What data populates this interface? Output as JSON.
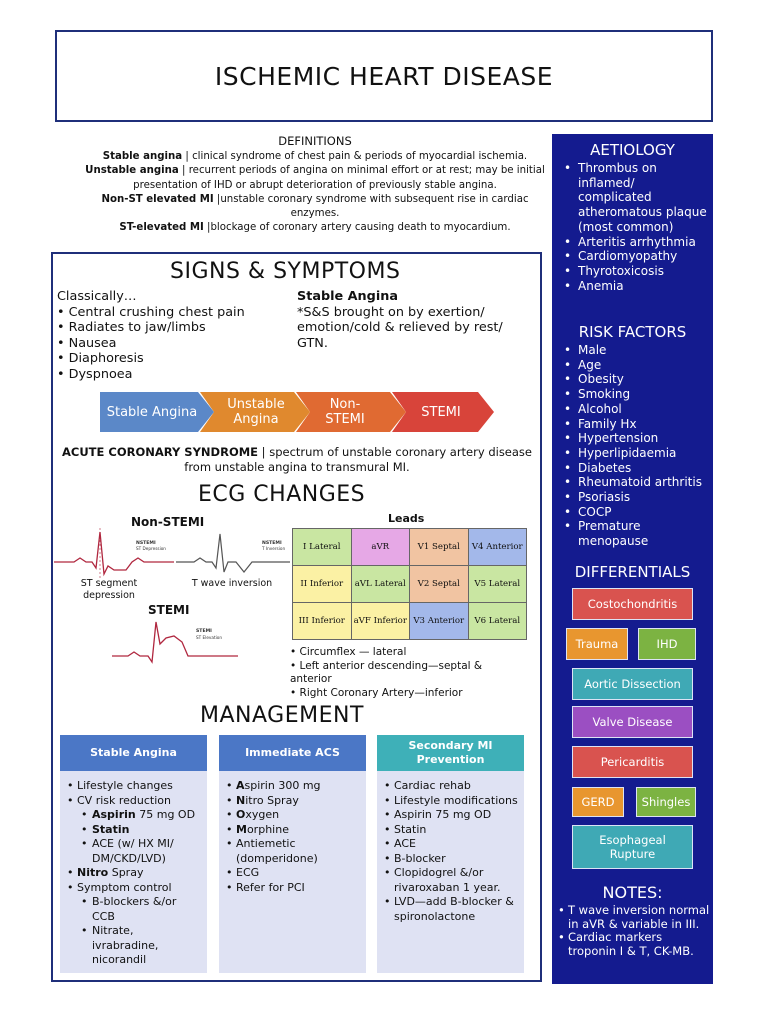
{
  "title": "ISCHEMIC HEART DISEASE",
  "definitions": {
    "heading": "DEFINITIONS",
    "stable_term": "Stable angina",
    "stable_text": " | clinical syndrome of chest pain & periods of myocardial ischemia.",
    "unstable_term": "Unstable angina",
    "unstable_text": " | recurrent periods of angina on minimal effort or at rest; may be initial presentation of IHD or abrupt deterioration of previously stable angina.",
    "nstemi_term": "Non-ST elevated MI",
    "nstemi_text": " |unstable coronary syndrome with subsequent rise in cardiac enzymes.",
    "stemi_term": "ST-elevated MI",
    "stemi_text": " |blockage of coronary artery causing death to myocardium."
  },
  "signs": {
    "heading": "SIGNS & SYMPTOMS",
    "classically": "Classically…",
    "items": [
      "• Central crushing chest pain",
      "• Radiates to jaw/limbs",
      "• Nausea",
      "• Diaphoresis",
      "• Dyspnoea"
    ],
    "stable_heading": "Stable Angina",
    "stable_text": "*S&S brought on by exertion/ emotion/cold & relieved by rest/ GTN."
  },
  "spectrum": [
    {
      "label": "Stable Angina",
      "color": "#5b88c8"
    },
    {
      "label": "Unstable Angina",
      "color": "#e0892e"
    },
    {
      "label": "Non-STEMI",
      "color": "#e06a32"
    },
    {
      "label": "STEMI",
      "color": "#d8443a"
    }
  ],
  "acs": {
    "term": "ACUTE CORONARY SYNDROME",
    "text": " | spectrum of unstable coronary artery disease from unstable angina to transmural MI."
  },
  "ecg": {
    "heading": "ECG CHANGES",
    "nonstemi_label": "Non-STEMI",
    "st_dep_caption": "ST segment depression",
    "t_inv_caption": "T wave inversion",
    "stemi_label": "STEMI",
    "trace_nstemi": "NSTEMI",
    "trace_st_dep": "ST Depression",
    "trace_t_inv": "T Inversion",
    "trace_stemi": "STEMI",
    "trace_st_elev": "ST Elevation",
    "leads_heading": "Leads",
    "leads": [
      [
        {
          "t": "I Lateral",
          "c": "#c9e6a2"
        },
        {
          "t": "aVR",
          "c": "#e6a8e6"
        },
        {
          "t": "V1 Septal",
          "c": "#f1c4a2"
        },
        {
          "t": "V4 Anterior",
          "c": "#a3b8ea"
        }
      ],
      [
        {
          "t": "II Inferior",
          "c": "#fbf1a4"
        },
        {
          "t": "aVL Lateral",
          "c": "#c9e6a2"
        },
        {
          "t": "V2 Septal",
          "c": "#f1c4a2"
        },
        {
          "t": "V5 Lateral",
          "c": "#c9e6a2"
        }
      ],
      [
        {
          "t": "III Inferior",
          "c": "#fbf1a4"
        },
        {
          "t": "aVF Inferior",
          "c": "#fbf1a4"
        },
        {
          "t": "V3 Anterior",
          "c": "#a3b8ea"
        },
        {
          "t": "V6 Lateral",
          "c": "#c9e6a2"
        }
      ]
    ],
    "arteries": [
      "• Circumflex — lateral",
      "• Left anterior descending—septal & anterior",
      "• Right Coronary Artery—inferior"
    ]
  },
  "management": {
    "heading": "MANAGEMENT",
    "columns": [
      {
        "title": "Stable Angina",
        "color": "#4b77c6"
      },
      {
        "title": "Immediate ACS",
        "color": "#4b77c6"
      },
      {
        "title": "Secondary MI Prevention",
        "color": "#3eb0b8"
      }
    ],
    "stable": {
      "l1": "Lifestyle changes",
      "l2": "CV risk reduction",
      "aspirin_b": "Aspirin",
      "aspirin_r": " 75 mg OD",
      "statin_b": "Statin",
      "ace": "ACE (w/ HX MI/ DM/CKD/LVD)",
      "nitro_b": "Nitro",
      "nitro_r": " Spray",
      "symptom": "Symptom control",
      "bb": "B-blockers &/or CCB",
      "nitrate": "Nitrate, ivrabradine, nicorandil"
    },
    "acs": {
      "a_b": "A",
      "a_r": "spirin 300 mg",
      "n_b": "N",
      "n_r": "itro Spray",
      "o_b": "O",
      "o_r": "xygen",
      "m_b": "M",
      "m_r": "orphine",
      "antiemetic": "Antiemetic (domperidone)",
      "ecg": "ECG",
      "pci": "Refer for PCI"
    },
    "secondary": [
      "Cardiac rehab",
      "Lifestyle modifications",
      "Aspirin 75 mg OD",
      "Statin",
      "ACE",
      "B-blocker",
      "Clopidogrel &/or rivaroxaban 1 year.",
      "LVD—add B-blocker & spironolactone"
    ]
  },
  "sidebar": {
    "aetiology_heading": "AETIOLOGY",
    "aetiology": [
      "Thrombus on inflamed/ complicated atheromatous plaque (most common)",
      "Arteritis arrhythmia",
      "Cardiomyopathy",
      "Thyrotoxicosis",
      "Anemia"
    ],
    "risk_heading": "RISK FACTORS",
    "risk": [
      "Male",
      "Age",
      "Obesity",
      "Smoking",
      "Alcohol",
      "Family Hx",
      "Hypertension",
      "Hyperlipidaemia",
      "Diabetes",
      "Rheumatoid arthritis",
      "Psoriasis",
      "COCP",
      "Premature menopause"
    ],
    "diff_heading": "DIFFERENTIALS",
    "differentials": [
      {
        "label": "Costochondritis",
        "color": "#d9534f"
      },
      {
        "label": "Trauma",
        "color": "#e8962f"
      },
      {
        "label": "IHD",
        "color": "#7cb342"
      },
      {
        "label": "Aortic Dissection",
        "color": "#3fa9b5"
      },
      {
        "label": "Valve Disease",
        "color": "#9b4fc2"
      },
      {
        "label": "Pericarditis",
        "color": "#d9534f"
      },
      {
        "label": "GERD",
        "color": "#e8962f"
      },
      {
        "label": "Shingles",
        "color": "#7cb342"
      },
      {
        "label": "Esophageal Rupture",
        "color": "#3fa9b5"
      }
    ],
    "notes_heading": "NOTES:",
    "notes": [
      "T wave inversion normal in aVR & variable in III.",
      "Cardiac markers troponin I & T, CK-MB."
    ]
  }
}
